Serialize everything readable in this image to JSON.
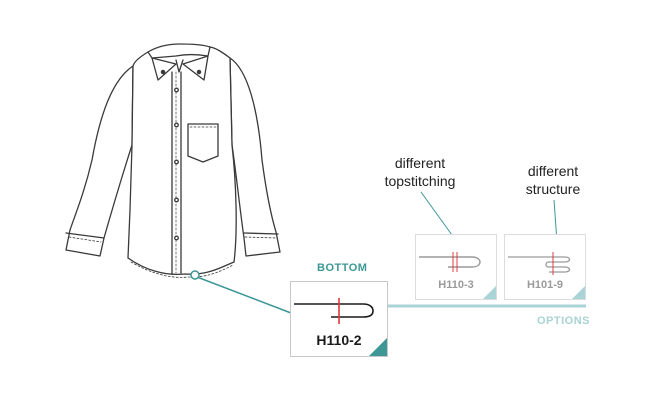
{
  "colors": {
    "teal": "#3d9796",
    "teal_light": "#a9d3d4",
    "red": "#e0383b",
    "line": "#3a3a3a",
    "faded": "#9a9a9a"
  },
  "labels": {
    "bottom": "BOTTOM",
    "options": "OPTIONS"
  },
  "main_card": {
    "code": "H110-2",
    "icon": "rounded-hem-diagram"
  },
  "options": [
    {
      "code": "H110-3",
      "annotation_line1": "different",
      "annotation_line2": "topstitching",
      "icon": "rounded-hem-double-stitch-diagram"
    },
    {
      "code": "H101-9",
      "annotation_line1": "different",
      "annotation_line2": "structure",
      "icon": "folded-hem-diagram"
    }
  ],
  "illustration": {
    "icon": "long-sleeve-button-down-shirt"
  }
}
